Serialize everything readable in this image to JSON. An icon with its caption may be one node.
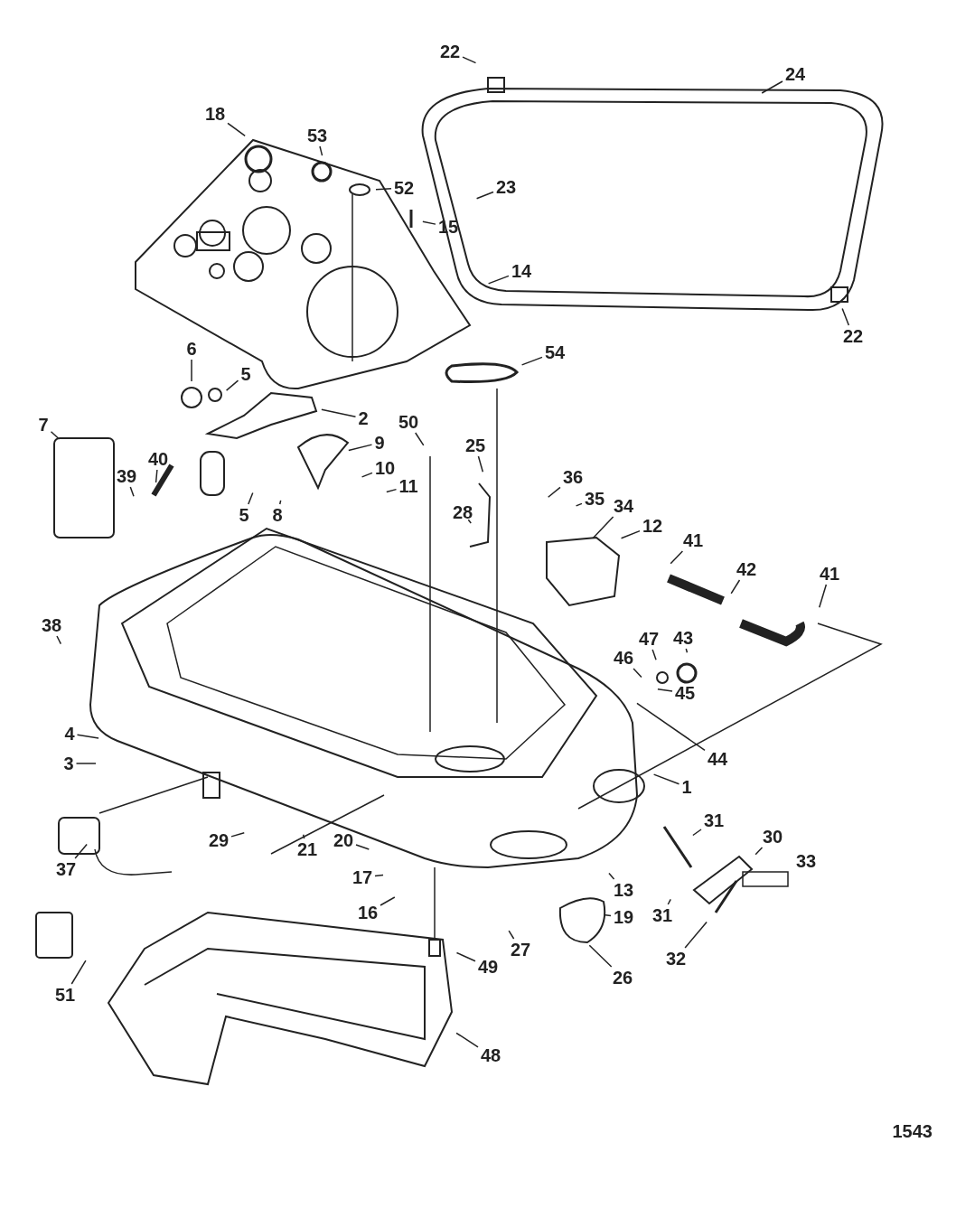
{
  "diagram": {
    "nodes": [
      {
        "text": [
          "22"
        ]
      },
      {
        "text": [
          "24"
        ]
      },
      {
        "text": [
          "18"
        ]
      },
      {
        "text": [
          "53"
        ]
      },
      {
        "text": [
          "23"
        ]
      },
      {
        "text": [
          "52"
        ]
      },
      {
        "text": [
          "15"
        ]
      },
      {
        "text": [
          "14"
        ]
      },
      {
        "text": [
          "22"
        ]
      },
      {
        "text": [
          "6"
        ]
      },
      {
        "text": [
          "54"
        ]
      },
      {
        "text": [
          "5"
        ]
      },
      {
        "text": [
          "2"
        ]
      },
      {
        "text": [
          "7"
        ]
      },
      {
        "text": [
          "50"
        ]
      },
      {
        "text": [
          "9"
        ]
      },
      {
        "text": [
          "25"
        ]
      },
      {
        "text": [
          "40"
        ]
      },
      {
        "text": [
          "10"
        ]
      },
      {
        "text": [
          "36"
        ]
      },
      {
        "text": [
          "39"
        ]
      },
      {
        "text": [
          "11"
        ]
      },
      {
        "text": [
          "35"
        ]
      },
      {
        "text": [
          "34"
        ]
      },
      {
        "text": [
          "28"
        ]
      },
      {
        "text": [
          "5"
        ]
      },
      {
        "text": [
          "8"
        ]
      },
      {
        "text": [
          "12"
        ]
      },
      {
        "text": [
          "41"
        ]
      },
      {
        "text": [
          "42"
        ]
      },
      {
        "text": [
          "41"
        ]
      },
      {
        "text": [
          "38"
        ]
      },
      {
        "text": [
          "47"
        ]
      },
      {
        "text": [
          "43"
        ]
      },
      {
        "text": [
          "46"
        ]
      },
      {
        "text": [
          "45"
        ]
      },
      {
        "text": [
          "4"
        ]
      },
      {
        "text": [
          "44"
        ]
      },
      {
        "text": [
          "3"
        ]
      },
      {
        "text": [
          "1"
        ]
      },
      {
        "text": [
          "31"
        ]
      },
      {
        "text": [
          "30"
        ]
      },
      {
        "text": [
          "29"
        ]
      },
      {
        "text": [
          "21"
        ]
      },
      {
        "text": [
          "20"
        ]
      },
      {
        "text": [
          "37"
        ]
      },
      {
        "text": [
          "17"
        ]
      },
      {
        "text": [
          "13"
        ]
      },
      {
        "text": [
          "16"
        ]
      },
      {
        "text": [
          "19"
        ]
      },
      {
        "text": [
          "31"
        ]
      },
      {
        "text": [
          "27"
        ]
      },
      {
        "text": [
          "32"
        ]
      },
      {
        "text": [
          "49"
        ]
      },
      {
        "text": [
          "26"
        ]
      },
      {
        "text": [
          "51"
        ]
      },
      {
        "text": [
          "48"
        ]
      }
    ],
    "edges": [
      {
        "from": 0,
        "to": null,
        "arrow": "none"
      },
      {
        "from": 1,
        "to": null,
        "arrow": "none"
      },
      {
        "from": 2,
        "to": null,
        "arrow": "none"
      },
      {
        "from": 3,
        "to": null,
        "arrow": "none"
      },
      {
        "from": 4,
        "to": null,
        "arrow": "none"
      },
      {
        "from": 5,
        "to": null,
        "arrow": "none"
      },
      {
        "from": 6,
        "to": null,
        "arrow": "none"
      },
      {
        "from": 7,
        "to": null,
        "arrow": "none"
      },
      {
        "from": 8,
        "to": null,
        "arrow": "none"
      },
      {
        "from": 9,
        "to": null,
        "arrow": "none"
      },
      {
        "from": 10,
        "to": null,
        "arrow": "none"
      },
      {
        "from": 11,
        "to": null,
        "arrow": "none"
      },
      {
        "from": 12,
        "to": null,
        "arrow": "none"
      },
      {
        "from": 13,
        "to": null,
        "arrow": "none"
      },
      {
        "from": 14,
        "to": null,
        "arrow": "none"
      },
      {
        "from": 15,
        "to": null,
        "arrow": "none"
      },
      {
        "from": 16,
        "to": null,
        "arrow": "none"
      },
      {
        "from": 17,
        "to": null,
        "arrow": "none"
      },
      {
        "from": 18,
        "to": null,
        "arrow": "none"
      },
      {
        "from": 19,
        "to": null,
        "arrow": "none"
      },
      {
        "from": 20,
        "to": null,
        "arrow": "none"
      },
      {
        "from": 21,
        "to": null,
        "arrow": "none"
      },
      {
        "from": 22,
        "to": null,
        "arrow": "none"
      },
      {
        "from": 23,
        "to": null,
        "arrow": "none"
      },
      {
        "from": 24,
        "to": null,
        "arrow": "none"
      },
      {
        "from": 25,
        "to": null,
        "arrow": "none"
      },
      {
        "from": 26,
        "to": null,
        "arrow": "none"
      },
      {
        "from": 27,
        "to": null,
        "arrow": "none"
      },
      {
        "from": 28,
        "to": null,
        "arrow": "none"
      },
      {
        "from": 29,
        "to": null,
        "arrow": "none"
      },
      {
        "from": 30,
        "to": null,
        "arrow": "none"
      },
      {
        "from": 31,
        "to": null,
        "arrow": "none"
      },
      {
        "from": 32,
        "to": null,
        "arrow": "none"
      },
      {
        "from": 33,
        "to": null,
        "arrow": "none"
      },
      {
        "from": 34,
        "to": null,
        "arrow": "none"
      },
      {
        "from": 35,
        "to": null,
        "arrow": "none"
      },
      {
        "from": 36,
        "to": null,
        "arrow": "none"
      },
      {
        "from": 37,
        "to": null,
        "arrow": "none"
      },
      {
        "from": 38,
        "to": null,
        "arrow": "none"
      },
      {
        "from": 39,
        "to": null,
        "arrow": "none"
      },
      {
        "from": 40,
        "to": null,
        "arrow": "none"
      },
      {
        "from": 41,
        "to": null,
        "arrow": "none"
      },
      {
        "from": 42,
        "to": null,
        "arrow": "none"
      },
      {
        "from": 43,
        "to": null,
        "arrow": "none"
      },
      {
        "from": 44,
        "to": null,
        "arrow": "none"
      },
      {
        "from": 45,
        "to": null,
        "arrow": "none"
      },
      {
        "from": 46,
        "to": null,
        "arrow": "none"
      },
      {
        "from": 47,
        "to": null,
        "arrow": "none"
      },
      {
        "from": 48,
        "to": null,
        "arrow": "none"
      },
      {
        "from": 49,
        "to": null,
        "arrow": "none"
      },
      {
        "from": 50,
        "to": null,
        "arrow": "none"
      },
      {
        "from": 51,
        "to": null,
        "arrow": "none"
      },
      {
        "from": 52,
        "to": null,
        "arrow": "none"
      },
      {
        "from": 53,
        "to": null,
        "arrow": "none"
      },
      {
        "from": 54,
        "to": null,
        "arrow": "none"
      },
      {
        "from": 55,
        "to": null,
        "arrow": "none"
      },
      {
        "from": 56,
        "to": null,
        "arrow": "none"
      }
    ],
    "labels": [
      "33",
      "1543"
    ]
  }
}
